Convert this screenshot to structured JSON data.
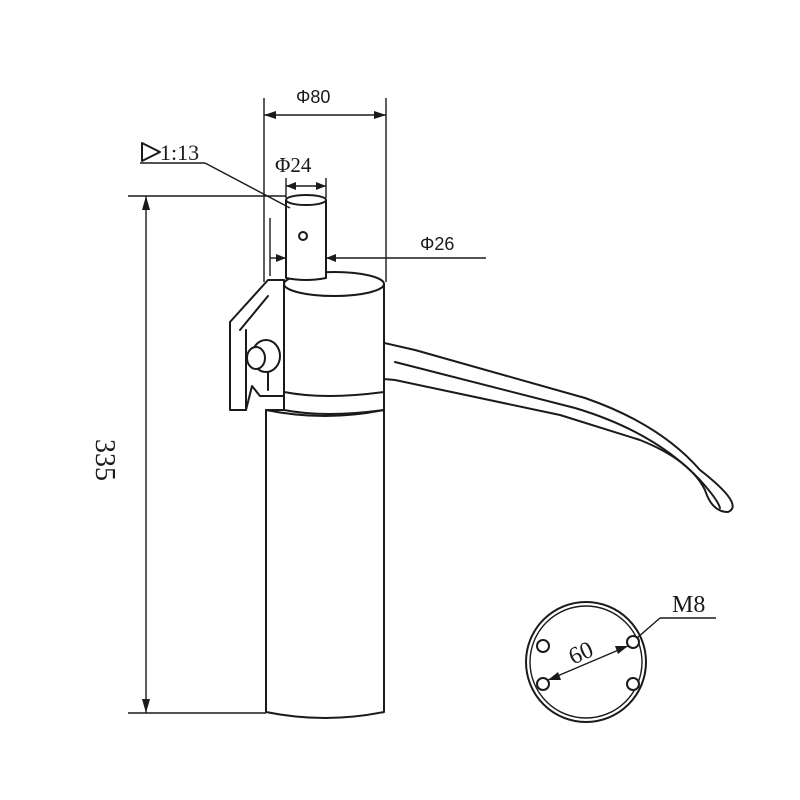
{
  "dimensions": {
    "outer_diameter": "Φ80",
    "pin_diameter": "Φ24",
    "taper": "1:13",
    "pin_base_diameter": "Φ26",
    "height": "335",
    "bolt_circle": "60",
    "bolt_thread": "M8"
  },
  "colors": {
    "line": "#1a1a1a",
    "background": "#ffffff"
  }
}
